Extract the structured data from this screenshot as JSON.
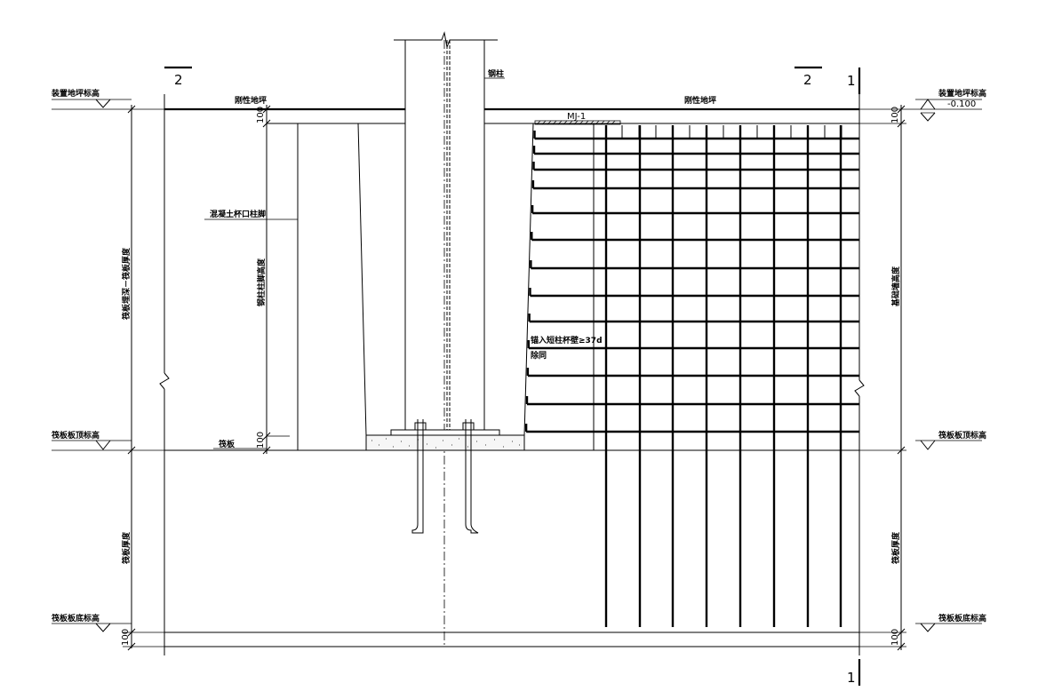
{
  "labels": {
    "zhuangzhi_left": "装置地坪标高",
    "zhuangzhi_right": "装置地坪标高",
    "elev_value": "-0.100",
    "gangxing_left": "刚性地坪",
    "gangxing_right": "刚性地坪",
    "steel_column": "钢柱",
    "mj": "MJ-1",
    "cup_pier": "混凝土杯口柱脚",
    "anchor_note_1": "锚入短柱杯壁≥37d",
    "anchor_note_2": "除同",
    "raft": "筏板",
    "raft_top_left": "筏板板顶标高",
    "raft_top_right": "筏板板顶标高",
    "raft_bottom_left": "筏板板底标高",
    "raft_bottom_right": "筏板板底标高",
    "dim_100": "100",
    "vertical_left_top": "筏板埋深－筏板厚度",
    "vertical_col_height": "钢柱柱脚高度",
    "vertical_right_top": "基础墙高度",
    "vertical_left_bottom": "筏板厚度",
    "vertical_right_bottom": "筏板厚度",
    "section_2": "2",
    "section_1": "1"
  }
}
